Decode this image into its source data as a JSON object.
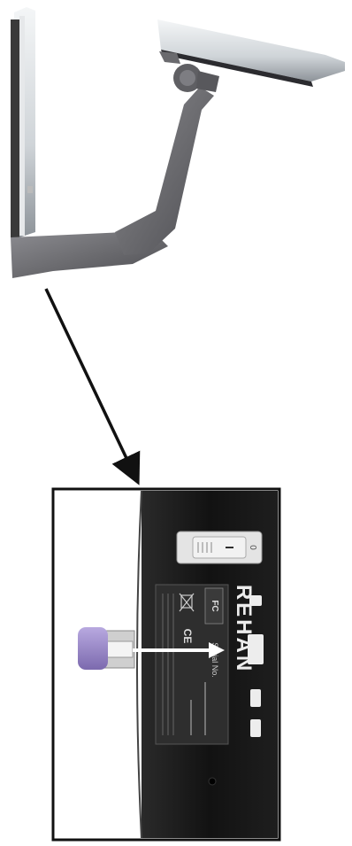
{
  "figure": {
    "brand_text": "REHAN",
    "serial_label": "Serial No.",
    "power_switch_on": "I",
    "power_switch_off": "0",
    "certification_marks": [
      "FC",
      "CE"
    ],
    "colors": {
      "device_body": "#161616",
      "arm": "#6e6e72",
      "screen_frame": "#d9dde0",
      "connector": "#9d8cc8",
      "arrow": "#111111",
      "insert_arrow": "#ffffff"
    },
    "icons": [
      "fcc-mark-icon",
      "ce-mark-icon",
      "weee-bin-icon",
      "power-switch-icon",
      "usb-port-icon"
    ]
  }
}
